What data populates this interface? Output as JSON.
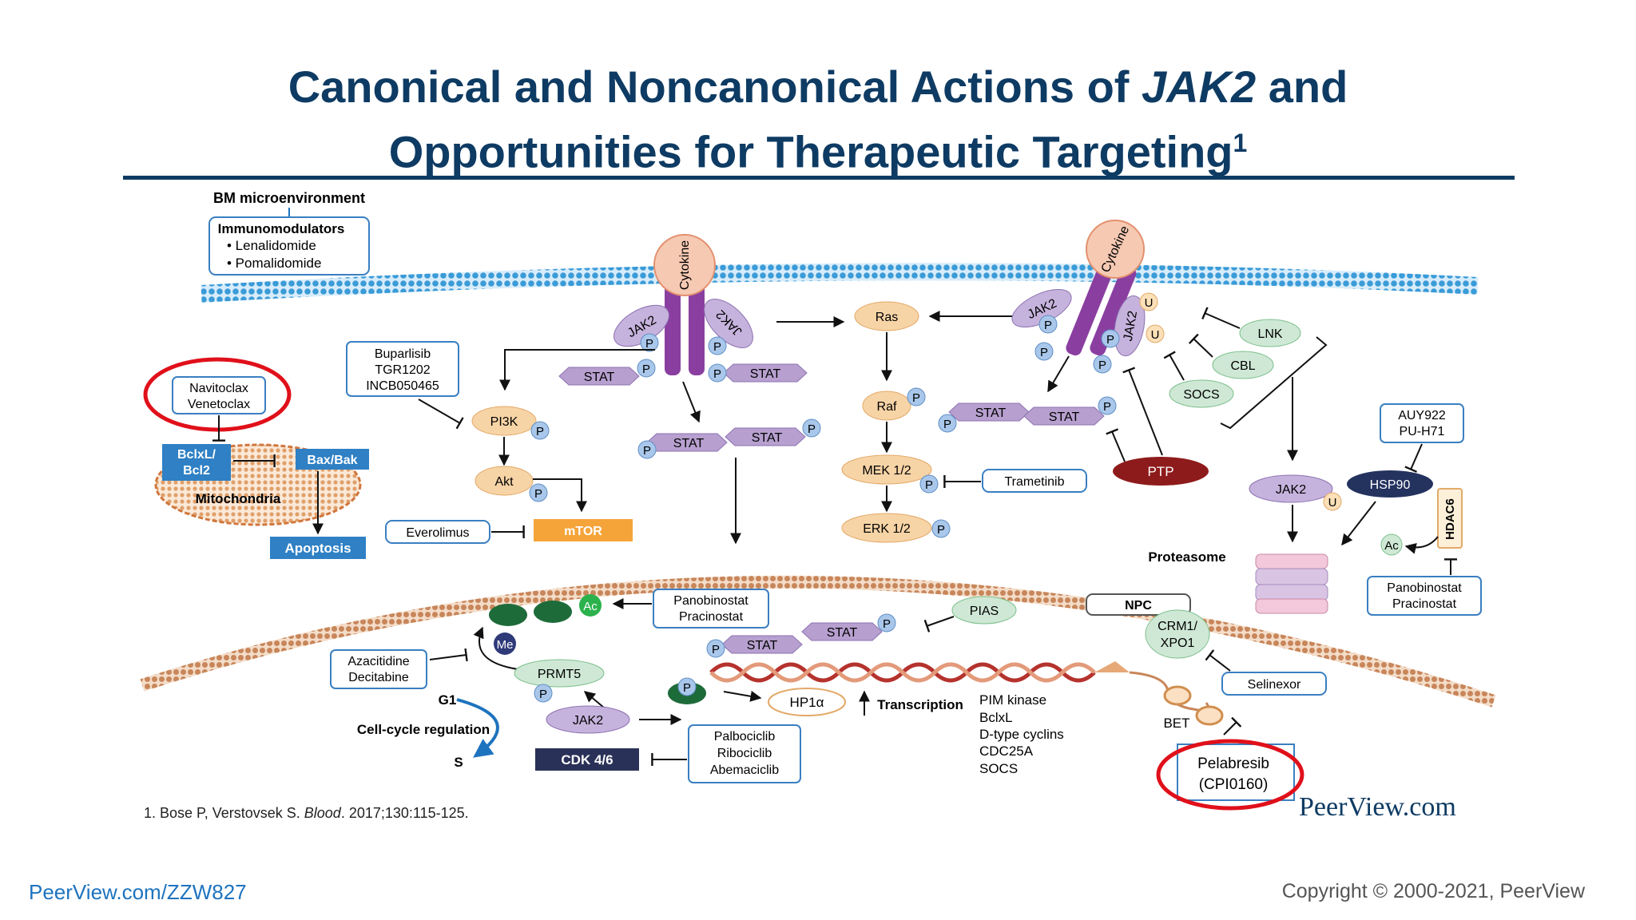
{
  "slide": {
    "title_line1_a": "Canonical and Noncanonical Actions of ",
    "title_line1_italic": "JAK2",
    "title_line1_b": " and",
    "title_line2": "Opportunities for Therapeutic Targeting",
    "title_sup": "1",
    "reference_prefix": "1. Bose P, Verstovsek S. ",
    "reference_journal": "Blood",
    "reference_suffix": ". 2017;130:115-125.",
    "brand_logo": "PeerView.com",
    "footer_link": "PeerView.com/ZZW827",
    "copyright": "Copyright © 2000-2021, PeerView"
  },
  "diagram": {
    "bm_label": "BM microenvironment",
    "immuno_title": "Immunomodulators",
    "immuno_item1": "• Lenalidomide",
    "immuno_item2": "• Pomalidomide",
    "cytokine": "Cytokine",
    "jak2": "JAK2",
    "stat": "STAT",
    "p": "P",
    "u": "U",
    "ac": "Ac",
    "me": "Me",
    "pi3k_inhib_1": "Buparlisib",
    "pi3k_inhib_2": "TGR1202",
    "pi3k_inhib_3": "INCB050465",
    "bcl_inhib_1": "Navitoclax",
    "bcl_inhib_2": "Venetoclax",
    "bclxl_1": "BclxL/",
    "bclxl_2": "Bcl2",
    "baxbak": "Bax/Bak",
    "mitochondria": "Mitochondria",
    "apoptosis": "Apoptosis",
    "pi3k": "PI3K",
    "akt": "Akt",
    "everolimus": "Everolimus",
    "mtor": "mTOR",
    "ras": "Ras",
    "raf": "Raf",
    "mek": "MEK 1/2",
    "erk": "ERK 1/2",
    "trametinib": "Trametinib",
    "ptp": "PTP",
    "lnk": "LNK",
    "cbl": "CBL",
    "socs": "SOCS",
    "hsp_inhib_1": "AUY922",
    "hsp_inhib_2": "PU-H71",
    "hsp90": "HSP90",
    "hdac6": "HDAC6",
    "proteasome": "Proteasome",
    "pano_1": "Panobinostat",
    "pano_2": "Pracinostat",
    "npc": "NPC",
    "crm1_1": "CRM1/",
    "crm1_2": "XPO1",
    "selinexor": "Selinexor",
    "pias": "PIAS",
    "azacitidine": "Azacitidine",
    "decitabine": "Decitabine",
    "prmt5": "PRMT5",
    "g1": "G1",
    "cellcycle": "Cell-cycle regulation",
    "s": "S",
    "cdk": "CDK 4/6",
    "palbo_1": "Palbociclib",
    "palbo_2": "Ribociclib",
    "palbo_3": "Abemaciclib",
    "hp1a": "HP1α",
    "transcription": "Transcription",
    "target_1": "PIM kinase",
    "target_2": "BclxL",
    "target_3": "D-type cyclins",
    "target_4": "CDC25A",
    "target_5": "SOCS",
    "bet": "BET",
    "pelabresib_1": "Pelabresib",
    "pelabresib_2": "(CPI0160)"
  },
  "colors": {
    "title": "#0e3b63",
    "membrane": "#3a9bd8",
    "nuclear_membrane": "#c8865a",
    "stat": "#b7a0cf",
    "phospho": "#a9c7ea",
    "orange_node": "#f7d4a6",
    "green_node": "#cfe8d5",
    "highlight_red": "#e0101a",
    "mtor": "#f5a43a",
    "blue_box": "#2f80c4",
    "ptp": "#8e1b1b",
    "hsp90": "#24325e",
    "cdk": "#2a3158",
    "link": "#1e73be"
  }
}
